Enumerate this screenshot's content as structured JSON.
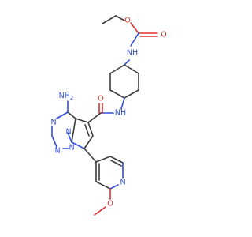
{
  "molecule": {
    "colors": {
      "carbon_bond": "#3c3c3c",
      "nitrogen": "#3050d8",
      "oxygen": "#e0302c",
      "background": "#ffffff"
    },
    "labels": {
      "carbamate_nh": "NH",
      "carbamate_carbonyl_o": "O",
      "carbamate_ester_o": "O",
      "amide_o": "O",
      "amide_nh": "NH",
      "amine_nh2": "NH",
      "amine_subscript": "2",
      "triazine_n_top": "N",
      "triazine_n_left": "N",
      "triazine_n_bottom": "N",
      "bridgehead_n": "N",
      "pyridine_n": "N",
      "methoxy_o": "O"
    }
  }
}
